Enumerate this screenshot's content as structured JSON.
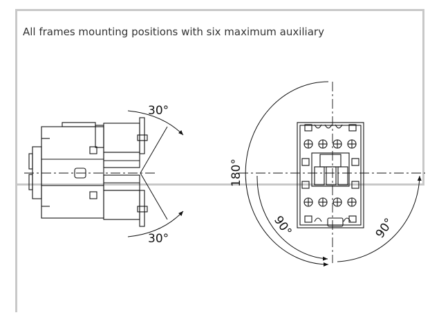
{
  "caption": "All frames mounting positions with six maximum auxiliary",
  "side_view": {
    "angle_top": "30°",
    "angle_bottom": "30°"
  },
  "front_view": {
    "angle_arc": "180°",
    "angle_left": "90°",
    "angle_right": "90°"
  }
}
